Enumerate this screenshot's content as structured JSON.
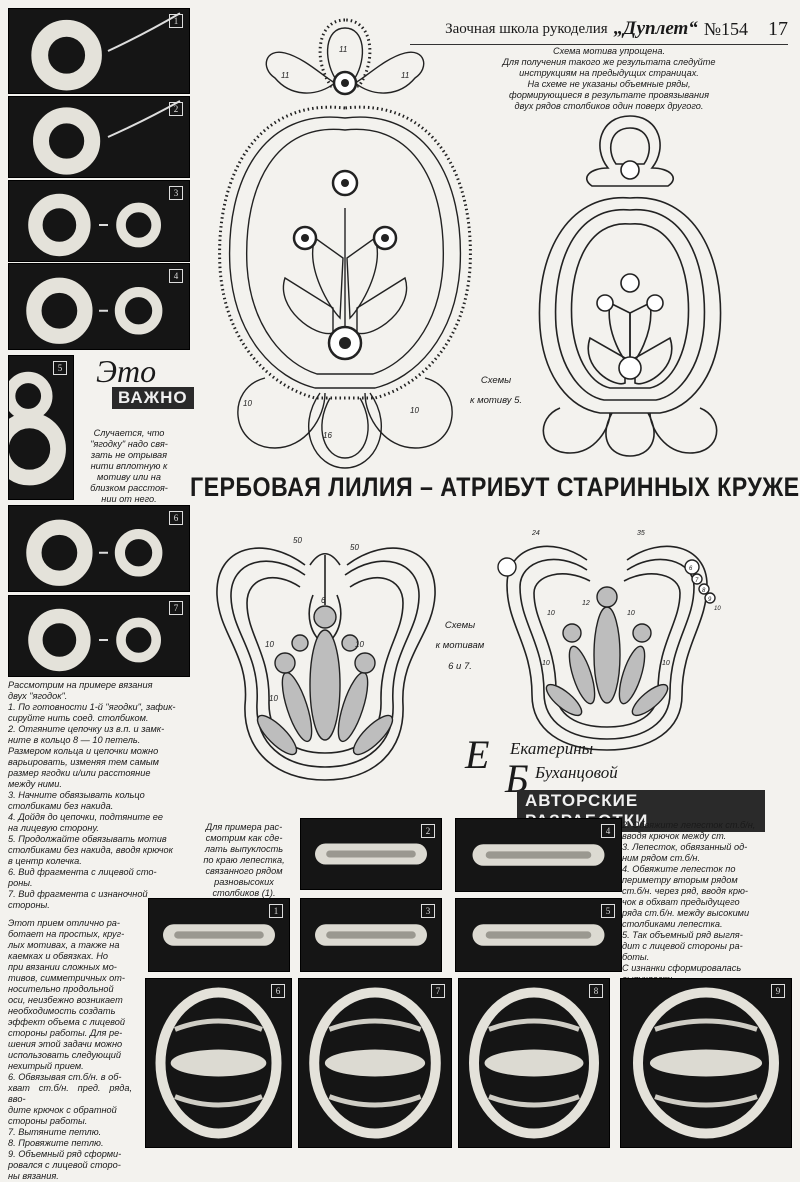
{
  "header": {
    "school": "Заочная школа рукоделия",
    "brand": "„Дуплет“",
    "issue": "№154",
    "page": "17"
  },
  "scheme_note": [
    "Схема мотива упрощена.",
    "Для получения такого же результата следуйте",
    "инструкциям на предыдущих страницах.",
    "На схеме не указаны объемные ряды,",
    "формирующиеся в результате провязывания",
    "двух рядов столбиков один поверх другого."
  ],
  "diagram_labels": {
    "top_numbers": [
      "11",
      "11",
      "11",
      "10",
      "10",
      "16"
    ],
    "bottom_left_numbers": [
      "50",
      "50",
      "6",
      "10",
      "10",
      "10"
    ],
    "bottom_right_numbers": [
      "24",
      "35",
      "12",
      "10",
      "10",
      "10",
      "10"
    ],
    "dots": [
      "6",
      "7",
      "8",
      "9",
      "10"
    ]
  },
  "caption_motif5": [
    "Схемы",
    "к мотиву 5."
  ],
  "caption_motif67": [
    "Схемы",
    "к мотивам",
    "6 и 7."
  ],
  "headline": "ГЕРБОВАЯ ЛИЛИЯ – АТРИБУТ СТАРИННЫХ КРУЖЕВ",
  "important": {
    "title": "Это",
    "bar": "ВАЖНО",
    "text": [
      "Случается, что",
      "\"ягодку\" надо свя-",
      "зать не отрывая",
      "нити вплотную к",
      "мотиву или на",
      "близком расстоя-",
      "нии от него."
    ]
  },
  "left_photos": [
    "1",
    "2",
    "3",
    "4",
    "5",
    "6",
    "7"
  ],
  "left_text": [
    "Рассмотрим на примере вязания",
    "двух \"ягодок\".",
    "1. По готовности 1-й \"ягодки\", зафик-",
    "сируйте нить соед. столбиком.",
    "2. Отгяните цепочку из в.п. и замк-",
    "ните в кольцо 8 — 10 петель.",
    "Размером кольца и цепочки можно",
    "варьировать, изменяя тем самым",
    "размер ягодки и/или расстояние",
    "между ними.",
    "3. Начните обвязывать кольцо",
    "столбиками без накида.",
    "4. Дойдя до цепочки, подтяните ее",
    "на лицевую сторону.",
    "5. Продолжайте обвязывать мотив",
    "столбиками без накида, вводя крючок",
    "в центр колечка.",
    "6. Вид фрагмента с лицевой сто-",
    "роны.",
    "7. Вид фрагмента с изнаночной",
    "стороны."
  ],
  "left_text_2": [
    "Этот прием отлично ра-",
    "ботает на простых, круг-",
    "лых мотивах, а также на",
    "каемках и обвязках. Но",
    "при вязании сложных мо-",
    "тивов, симметричных от-",
    "носительно продольной",
    "оси, неизбежно возникает",
    "необходимость создать",
    "эффект объема с лицевой",
    "стороны работы. Для ре-",
    "шения этой задачи можно",
    "использовать следующий",
    "нехитрый прием.",
    "6. Обвязывая ст.б/н. в об-",
    "хват ст.б/н. пред. ряда, вво-",
    "дите крючок с обратной",
    "стороны работы.",
    "7. Вытяните петлю.",
    "8. Провяжите петлю.",
    "9. Объемный ряд сформи-",
    "ровался с лицевой сторо-",
    "ны вязания."
  ],
  "author": {
    "line1": "Екатерины",
    "line2": "Буханцовой",
    "bar": "АВТОРСКИЕ РАЗРАБОТКИ"
  },
  "middle_text": [
    "Для примера рас-",
    "смотрим как сде-",
    "лать выпуклость",
    "по краю лепестка,",
    "связанного рядом",
    "разновысоких",
    "столбиков (1)."
  ],
  "right_text": [
    "2. Обвяжите лепесток ст.б/н,",
    "вводя крючок между ст.",
    "3. Лепесток, обвязанный од-",
    "ним рядом ст.б/н.",
    "4. Обвяжите лепесток по",
    "периметру вторым рядом",
    "ст.б/н. через ряд, вводя крю-",
    "чок в обхват предыдущего",
    "ряда ст.б/н. между высокими",
    "столбиками лепестка.",
    "5. Так объемный ряд выгля-",
    "дит с лицевой стороны ра-",
    "боты.",
    "С изнанки сформировалась",
    "выпуклость."
  ],
  "bottom_photos": [
    "1",
    "2",
    "3",
    "4",
    "5",
    "6",
    "7",
    "8",
    "9"
  ]
}
